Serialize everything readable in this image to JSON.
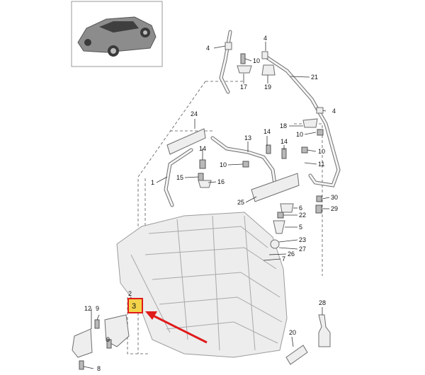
{
  "diagram": {
    "callouts": [
      {
        "id": "c1",
        "label": "1"
      },
      {
        "id": "c2",
        "label": "2"
      },
      {
        "id": "c3",
        "label": "3"
      },
      {
        "id": "c4a",
        "label": "4"
      },
      {
        "id": "c4b",
        "label": "4"
      },
      {
        "id": "c4c",
        "label": "4"
      },
      {
        "id": "c5",
        "label": "5"
      },
      {
        "id": "c6",
        "label": "6"
      },
      {
        "id": "c7",
        "label": "7"
      },
      {
        "id": "c8",
        "label": "8"
      },
      {
        "id": "c9a",
        "label": "9"
      },
      {
        "id": "c9b",
        "label": "9"
      },
      {
        "id": "c10a",
        "label": "10"
      },
      {
        "id": "c10b",
        "label": "10"
      },
      {
        "id": "c10c",
        "label": "10"
      },
      {
        "id": "c10d",
        "label": "10"
      },
      {
        "id": "c11",
        "label": "11"
      },
      {
        "id": "c12",
        "label": "12"
      },
      {
        "id": "c13",
        "label": "13"
      },
      {
        "id": "c14a",
        "label": "14"
      },
      {
        "id": "c14b",
        "label": "14"
      },
      {
        "id": "c14c",
        "label": "14"
      },
      {
        "id": "c15",
        "label": "15"
      },
      {
        "id": "c16",
        "label": "16"
      },
      {
        "id": "c17",
        "label": "17"
      },
      {
        "id": "c18",
        "label": "18"
      },
      {
        "id": "c19",
        "label": "19"
      },
      {
        "id": "c20",
        "label": "20"
      },
      {
        "id": "c21",
        "label": "21"
      },
      {
        "id": "c22",
        "label": "22"
      },
      {
        "id": "c23",
        "label": "23"
      },
      {
        "id": "c24",
        "label": "24"
      },
      {
        "id": "c25",
        "label": "25"
      },
      {
        "id": "c26",
        "label": "26"
      },
      {
        "id": "c27",
        "label": "27"
      },
      {
        "id": "c28",
        "label": "28"
      },
      {
        "id": "c29",
        "label": "29"
      },
      {
        "id": "c30",
        "label": "30"
      }
    ],
    "highlighted_part": "3",
    "colors": {
      "highlight_fill": "#f2d34a",
      "highlight_border": "#e01b1b",
      "arrow": "#e01b1b",
      "line": "#333333"
    },
    "icons": [
      "car-thumbnail",
      "highlight-arrow"
    ]
  }
}
